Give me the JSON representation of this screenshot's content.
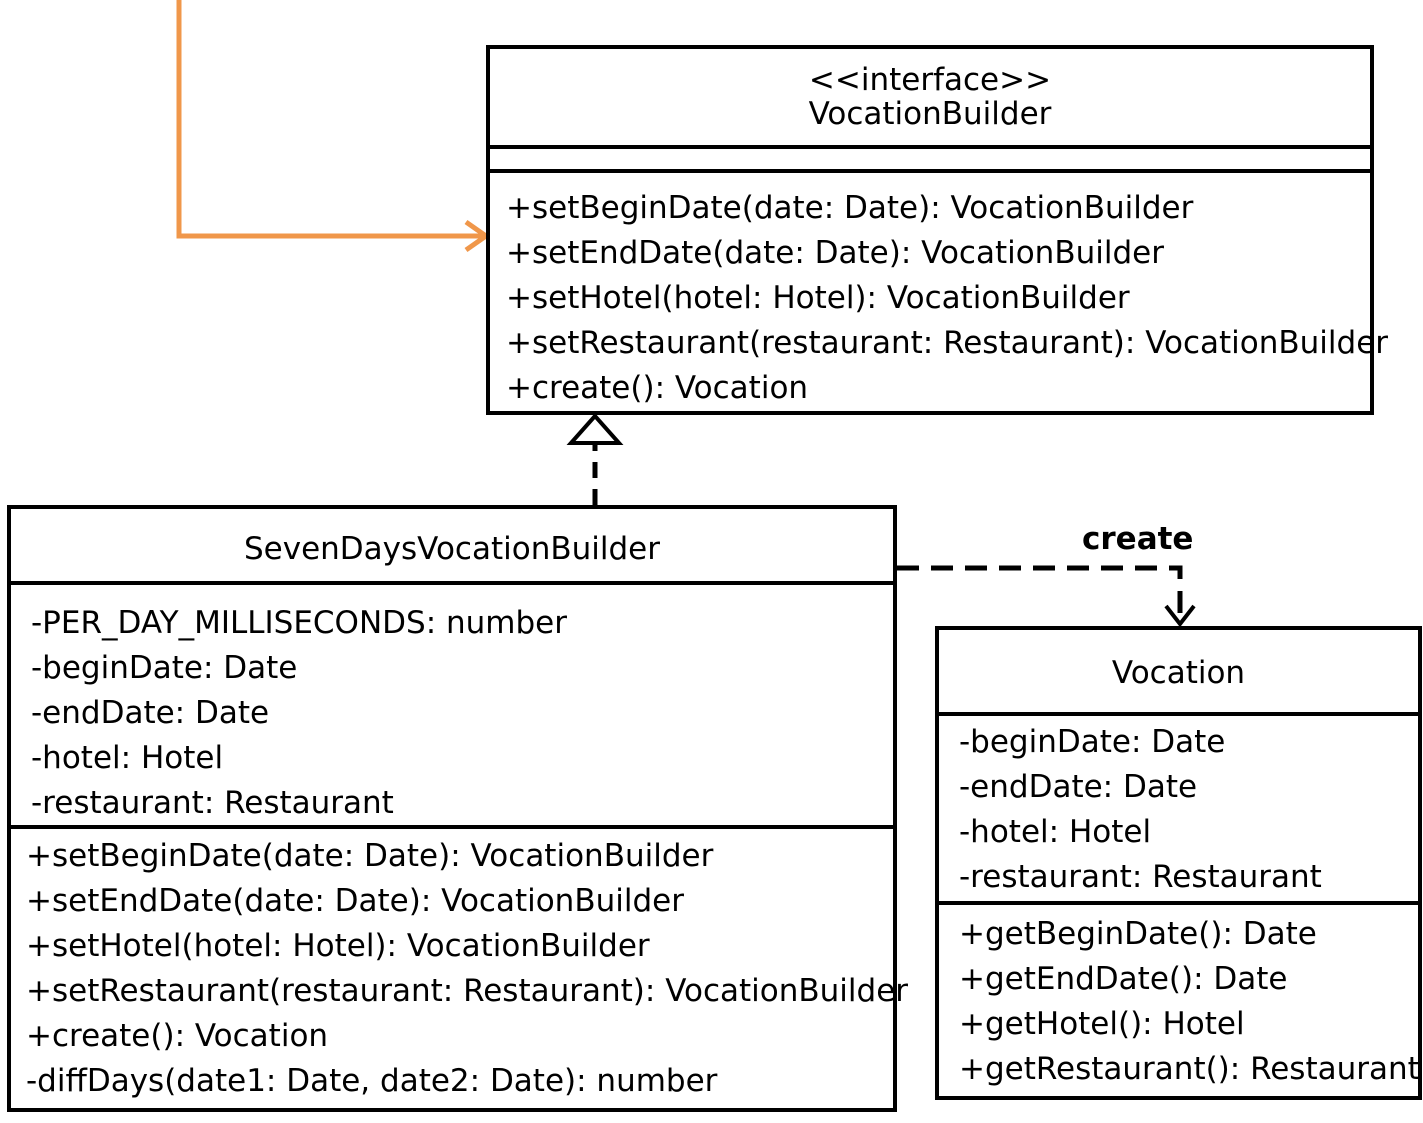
{
  "interface_builder": {
    "stereotype": "<<interface>>",
    "name": "VocationBuilder",
    "operations": [
      "+setBeginDate(date: Date): VocationBuilder",
      "+setEndDate(date: Date): VocationBuilder",
      "+setHotel(hotel: Hotel): VocationBuilder",
      "+setRestaurant(restaurant: Restaurant): VocationBuilder",
      "+create(): Vocation"
    ]
  },
  "seven_days_builder": {
    "name": "SevenDaysVocationBuilder",
    "attributes": [
      "-PER_DAY_MILLISECONDS: number",
      "-beginDate: Date",
      "-endDate: Date",
      "-hotel: Hotel",
      "-restaurant: Restaurant"
    ],
    "operations": [
      "+setBeginDate(date: Date): VocationBuilder",
      "+setEndDate(date: Date): VocationBuilder",
      "+setHotel(hotel: Hotel): VocationBuilder",
      "+setRestaurant(restaurant: Restaurant): VocationBuilder",
      "+create(): Vocation",
      "-diffDays(date1: Date, date2: Date): number"
    ]
  },
  "vocation": {
    "name": "Vocation",
    "attributes": [
      "-beginDate: Date",
      "-endDate: Date",
      "-hotel: Hotel",
      "-restaurant: Restaurant"
    ],
    "operations": [
      "+getBeginDate(): Date",
      "+getEndDate(): Date",
      "+getHotel(): Hotel",
      "+getRestaurant(): Restaurant"
    ]
  },
  "relations": {
    "create_label": "create"
  },
  "colors": {
    "line": "#000000",
    "client_arrow": "#F0974A"
  }
}
